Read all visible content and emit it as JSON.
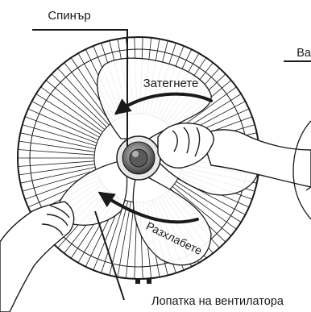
{
  "labels": {
    "spinner": "Спинър",
    "blade": "Лопатка на вентилатора",
    "right_edge": "Ва"
  },
  "arrows": {
    "tighten": "Затегнете",
    "loosen": "Разхлабете"
  },
  "colors": {
    "line": "#1a1a1a",
    "hub_dark": "#4a4a4a",
    "hub_mid": "#9a9a9a",
    "paper": "#ffffff"
  }
}
